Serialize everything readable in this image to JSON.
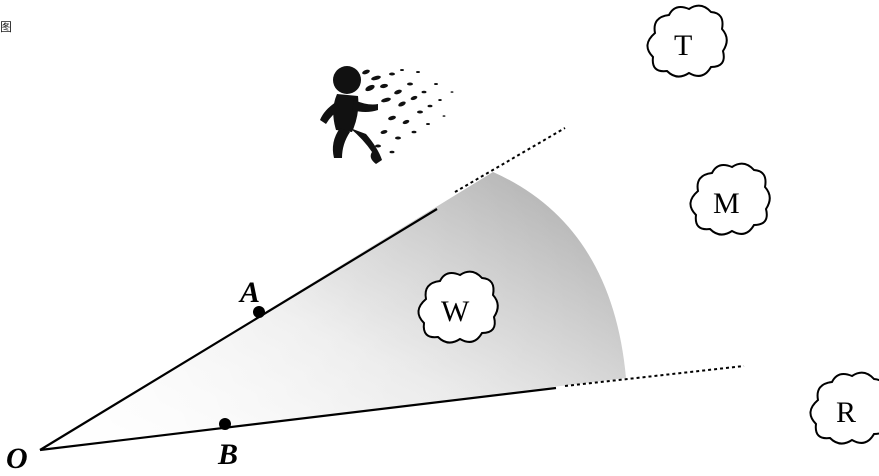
{
  "corner_mark": "图",
  "points": {
    "origin": "O",
    "a": "A",
    "b": "B"
  },
  "clouds": {
    "t": "T",
    "m": "M",
    "w": "W",
    "r": "R"
  },
  "icons": {
    "figure": "running-person-dissolving-icon"
  }
}
